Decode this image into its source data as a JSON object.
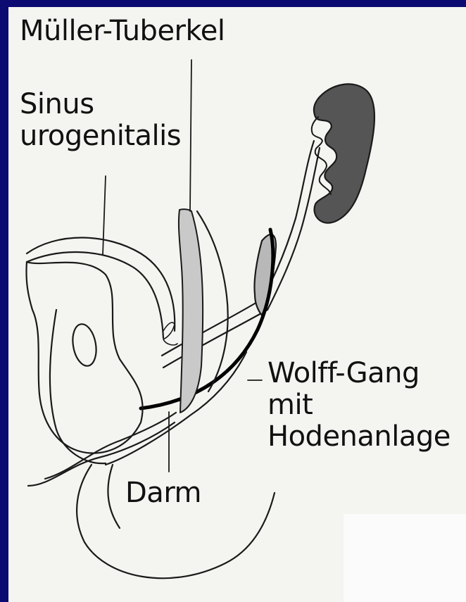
{
  "labels": {
    "mueller_tuberkel": "Müller-Tuberkel",
    "sinus_line1": "Sinus",
    "sinus_line2": "urogenitalis",
    "wolff_line1": "Wolff-Gang",
    "wolff_line2": "mit",
    "wolff_line3": "Hodenanlage",
    "darm": "Darm"
  },
  "colors": {
    "background_frame": "#0b0b72",
    "paper": "#f4f4f1",
    "kidney_fill": "#555555",
    "gonad_fill": "#b8b8b8",
    "duct_fill": "#c9c9c9",
    "wolff_duct_stroke": "#000000"
  }
}
